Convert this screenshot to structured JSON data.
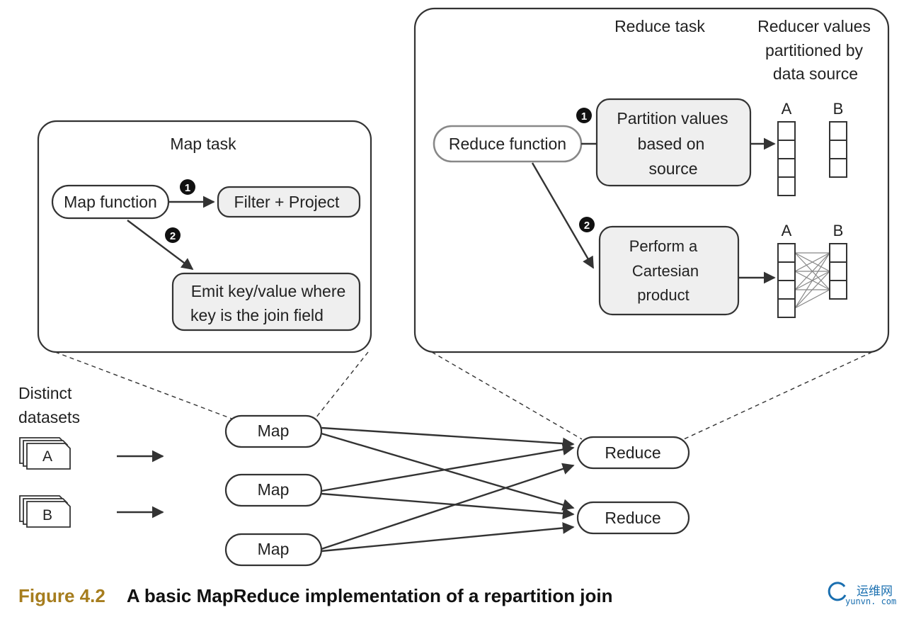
{
  "map_task": {
    "title": "Map task",
    "map_function": "Map function",
    "filter_project": "Filter + Project",
    "emit_line1": "Emit key/value where",
    "emit_line2": "key is the join field",
    "step1": "1",
    "step2": "2"
  },
  "reduce_task": {
    "title": "Reduce task",
    "values_label_line1": "Reducer values",
    "values_label_line2": "partitioned by",
    "values_label_line3": "data source",
    "reduce_function": "Reduce function",
    "partition_line1": "Partition values",
    "partition_line2": "based on",
    "partition_line3": "source",
    "cartesian_line1": "Perform a",
    "cartesian_line2": "Cartesian",
    "cartesian_line3": "product",
    "col_a": "A",
    "col_b": "B",
    "step1": "1",
    "step2": "2"
  },
  "datasets": {
    "label_line1": "Distinct",
    "label_line2": "datasets",
    "a": "A",
    "b": "B"
  },
  "nodes": {
    "map": "Map",
    "reduce": "Reduce"
  },
  "caption": {
    "label": "Figure 4.2",
    "title": "A basic MapReduce implementation of a repartition join"
  },
  "watermark": {
    "cn": "运维网",
    "en": "yunvn. com"
  },
  "colors": {
    "stroke": "#333333",
    "box_fill": "#efefef",
    "badge": "#111111",
    "caption_label": "#a67d1e",
    "watermark": "#1a6fb0"
  }
}
